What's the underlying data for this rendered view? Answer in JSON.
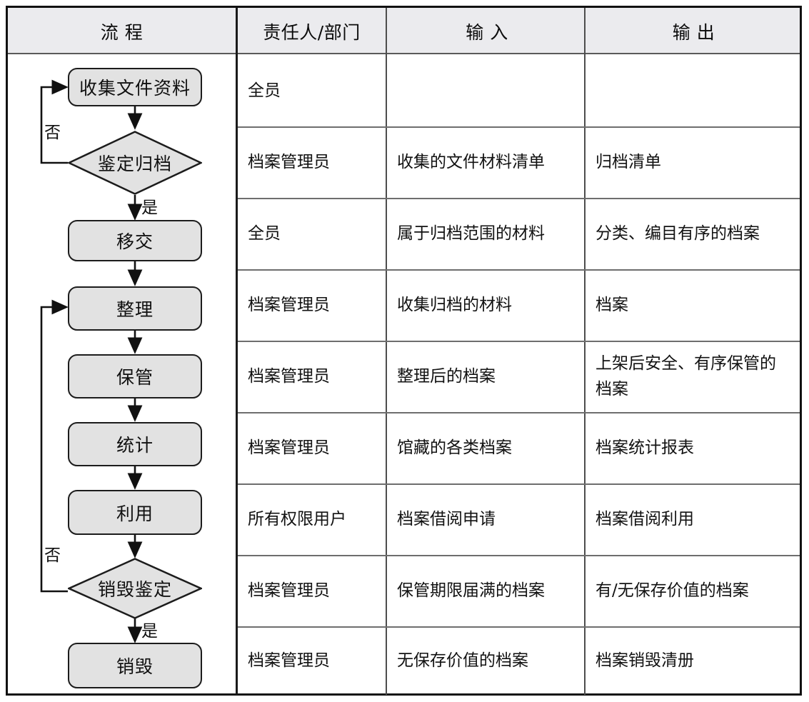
{
  "table": {
    "columns": [
      {
        "key": "process",
        "label": "流    程"
      },
      {
        "key": "owner",
        "label": "责任人/部门"
      },
      {
        "key": "input",
        "label": "输    入"
      },
      {
        "key": "output",
        "label": "输    出"
      }
    ],
    "rows": [
      {
        "owner": "全员",
        "input": "",
        "output": ""
      },
      {
        "owner": "档案管理员",
        "input": "收集的文件材料清单",
        "output": "归档清单"
      },
      {
        "owner": "全员",
        "input": "属于归档范围的材料",
        "output": "分类、编目有序的档案"
      },
      {
        "owner": "档案管理员",
        "input": "收集归档的材料",
        "output": "档案"
      },
      {
        "owner": "档案管理员",
        "input": "整理后的档案",
        "output": "上架后安全、有序保管的档案"
      },
      {
        "owner": "档案管理员",
        "input": "馆藏的各类档案",
        "output": "档案统计报表"
      },
      {
        "owner": "所有权限用户",
        "input": "档案借阅申请",
        "output": "档案借阅利用"
      },
      {
        "owner": "档案管理员",
        "input": "保管期限届满的档案",
        "output": "有/无保存价值的档案"
      },
      {
        "owner": "档案管理员",
        "input": "无保存价值的档案",
        "output": "档案销毁清册"
      }
    ]
  },
  "flowchart": {
    "type": "flowchart",
    "nodes": [
      {
        "id": "n1",
        "label": "收集文件资料",
        "shape": "rounded-rect"
      },
      {
        "id": "d1",
        "label": "鉴定归档",
        "shape": "diamond"
      },
      {
        "id": "n2",
        "label": "移交",
        "shape": "rounded-rect"
      },
      {
        "id": "n3",
        "label": "整理",
        "shape": "rounded-rect"
      },
      {
        "id": "n4",
        "label": "保管",
        "shape": "rounded-rect"
      },
      {
        "id": "n5",
        "label": "统计",
        "shape": "rounded-rect"
      },
      {
        "id": "n6",
        "label": "利用",
        "shape": "rounded-rect"
      },
      {
        "id": "d2",
        "label": "销毁鉴定",
        "shape": "diamond"
      },
      {
        "id": "n7",
        "label": "销毁",
        "shape": "rounded-rect"
      }
    ],
    "edges": [
      {
        "from": "n1",
        "to": "d1",
        "label": ""
      },
      {
        "from": "d1",
        "to": "n1",
        "label": "否"
      },
      {
        "from": "d1",
        "to": "n2",
        "label": "是"
      },
      {
        "from": "n2",
        "to": "n3",
        "label": ""
      },
      {
        "from": "n3",
        "to": "n4",
        "label": ""
      },
      {
        "from": "n4",
        "to": "n5",
        "label": ""
      },
      {
        "from": "n5",
        "to": "n6",
        "label": ""
      },
      {
        "from": "n6",
        "to": "d2",
        "label": ""
      },
      {
        "from": "d2",
        "to": "n3",
        "label": "否"
      },
      {
        "from": "d2",
        "to": "n7",
        "label": "是"
      }
    ],
    "edge_labels": {
      "no_top": "否",
      "yes_top": "是",
      "no_bottom": "否",
      "yes_bottom": "是"
    },
    "colors": {
      "node_fill": "#e2e2e2",
      "node_stroke": "#1c1c1c",
      "header_fill": "#ebebee"
    }
  }
}
